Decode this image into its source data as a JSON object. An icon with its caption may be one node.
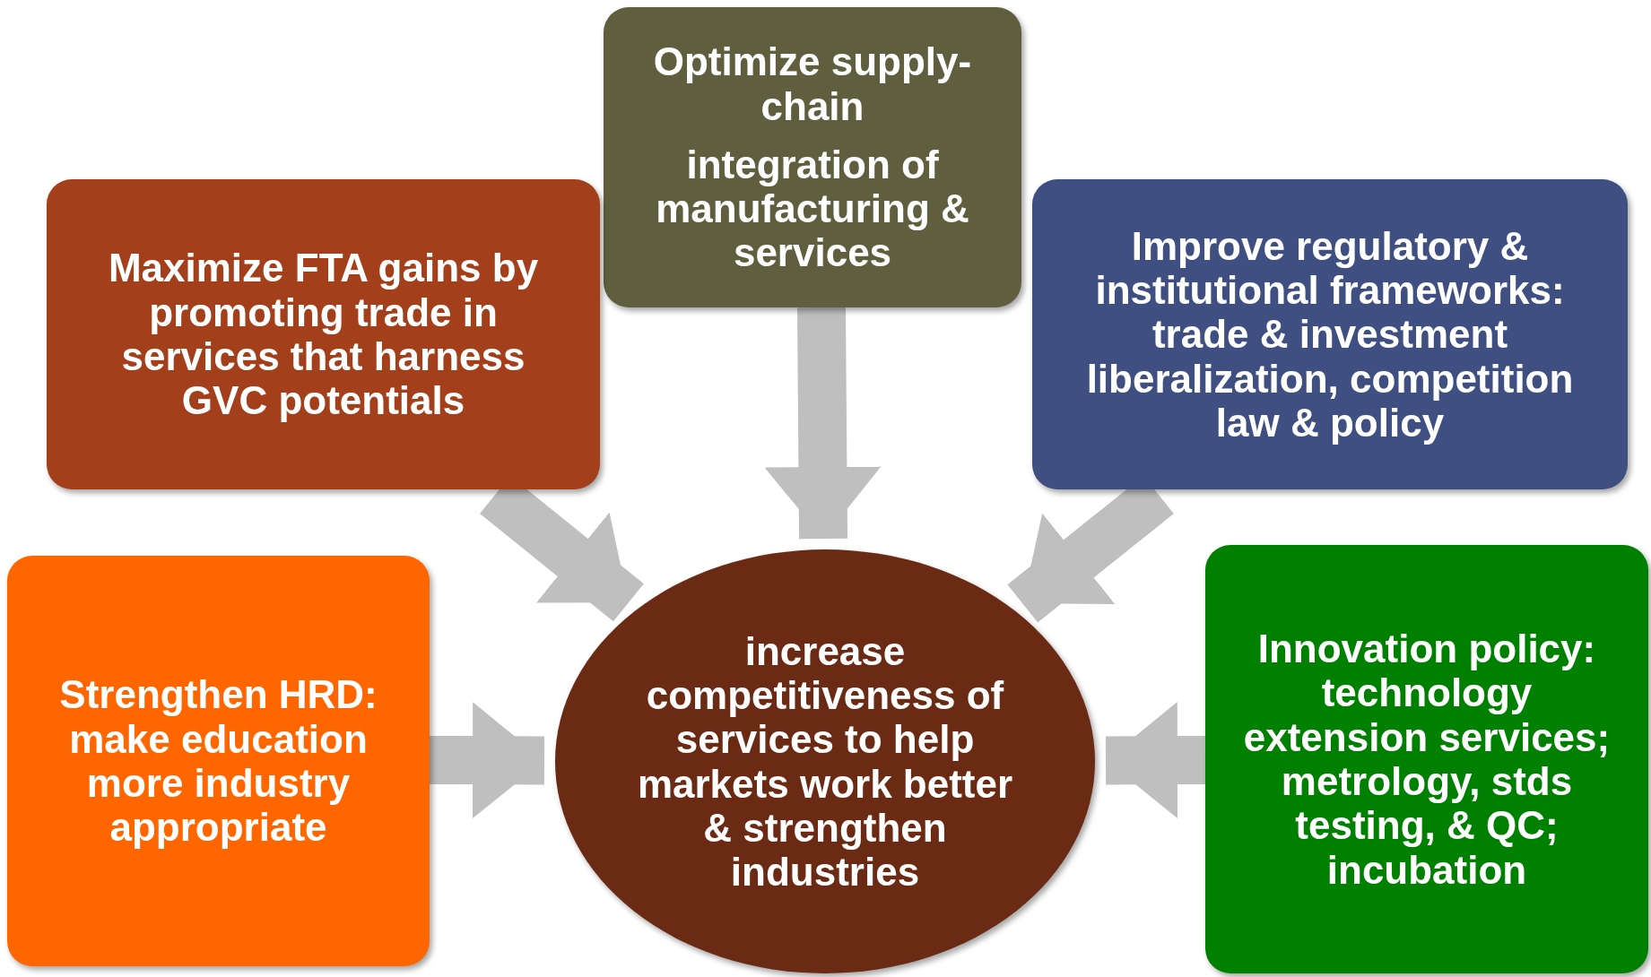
{
  "diagram": {
    "nodes": [
      {
        "text": [
          "Optimize supply-chain",
          "integration of manufacturing & services"
        ]
      },
      {
        "text": [
          "Maximize FTA gains by promoting trade in services that harness GVC  potentials"
        ]
      },
      {
        "text": [
          "Improve regulatory & institutional frameworks: trade & investment liberalization, competition law & policy"
        ]
      },
      {
        "text": [
          "Strengthen HRD: make education more industry appropriate"
        ]
      },
      {
        "text": [
          "Innovation policy: technology extension services; metrology, stds testing, & QC; incubation"
        ]
      },
      {
        "text": [
          "increase competitiveness of services to help markets work better & strengthen industries"
        ]
      }
    ],
    "edges": [
      {
        "from": 0,
        "to": 5,
        "arrow": "to"
      },
      {
        "from": 1,
        "to": 5,
        "arrow": "to"
      },
      {
        "from": 2,
        "to": 5,
        "arrow": "to"
      },
      {
        "from": 3,
        "to": 5,
        "arrow": "to"
      },
      {
        "from": 4,
        "to": 5,
        "arrow": "to"
      }
    ]
  }
}
